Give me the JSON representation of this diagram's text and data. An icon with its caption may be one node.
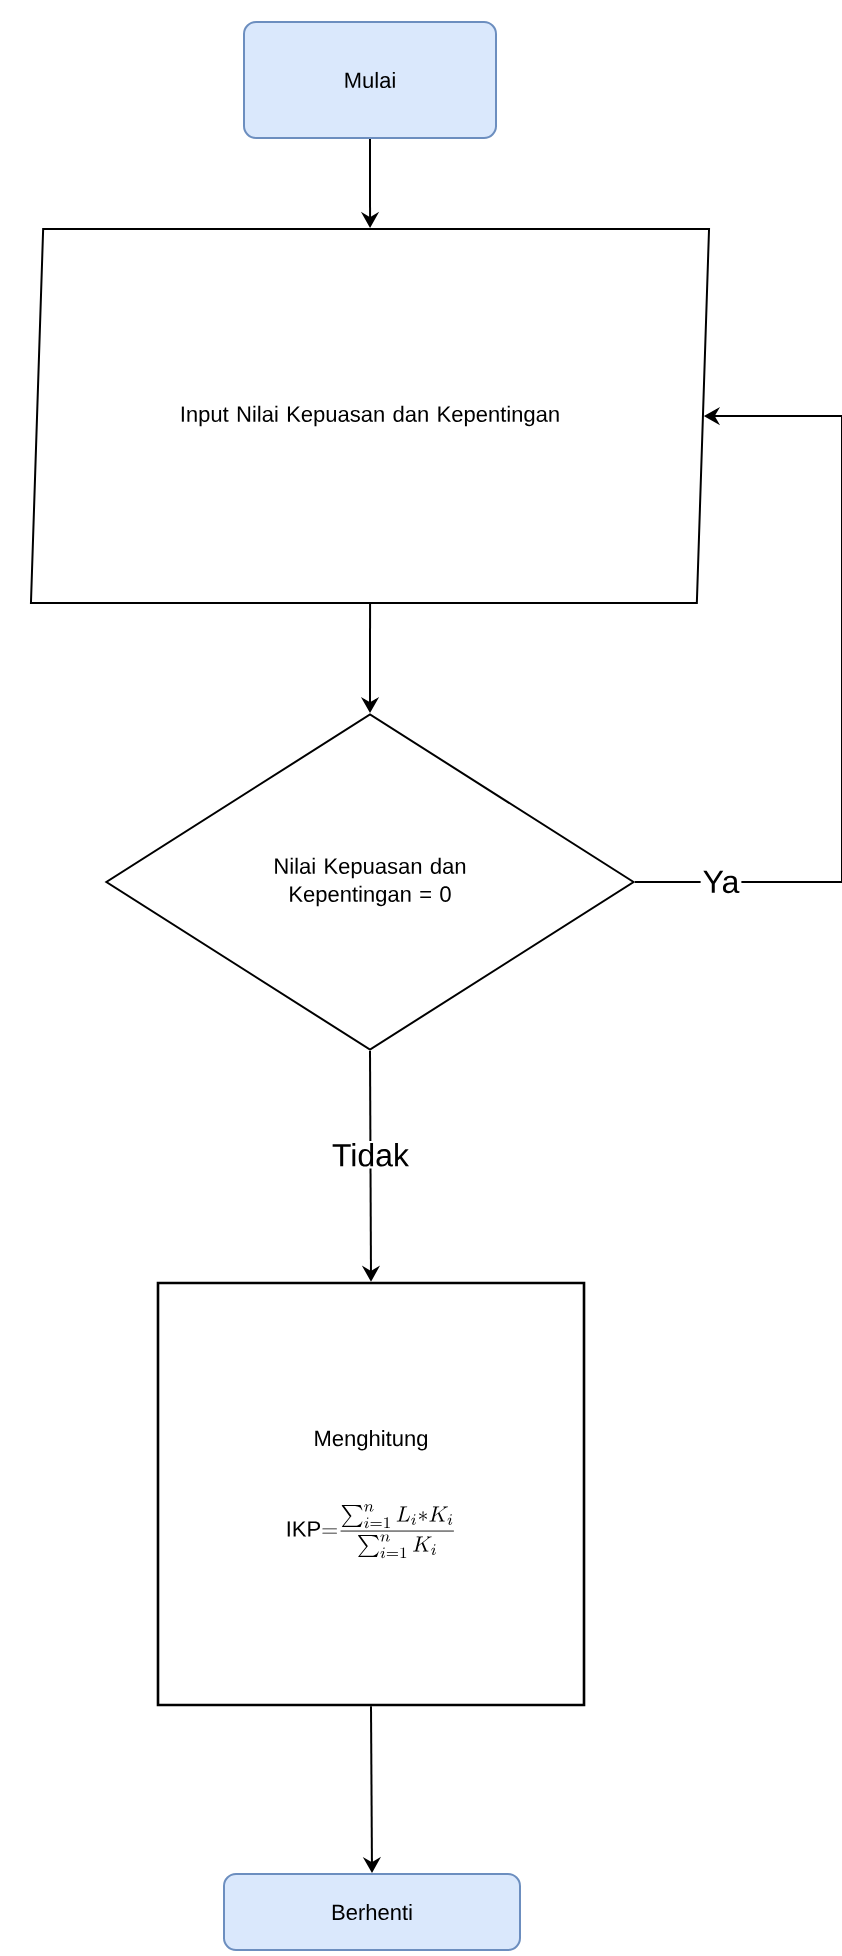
{
  "diagram": {
    "nodes": [
      {
        "text": [
          "Mulai"
        ]
      },
      {
        "text": [
          "Input Nilai Kepuasan dan Kepentingan"
        ]
      },
      {
        "text": [
          "Nilai Kepuasan dan Kepentingan = 0"
        ]
      },
      {
        "text": [
          "Menghitung",
          "\\mathrm{IKP}{=}\\dfrac{\\sum_{i=1}^{n} L_i{*}K_i}{\\sum_{i=1}^{n} K_i}"
        ]
      },
      {
        "text": [
          "Berhenti"
        ]
      }
    ],
    "edges": [
      {
        "from": 0,
        "to": 1,
        "arrow": "to"
      },
      {
        "from": 1,
        "to": 2,
        "arrow": "to"
      },
      {
        "from": 2,
        "to": 1,
        "arrow": "to",
        "label": "Ya"
      },
      {
        "from": 2,
        "to": 3,
        "arrow": "to",
        "label": "Tidak"
      },
      {
        "from": 3,
        "to": 4,
        "arrow": "to"
      }
    ]
  }
}
